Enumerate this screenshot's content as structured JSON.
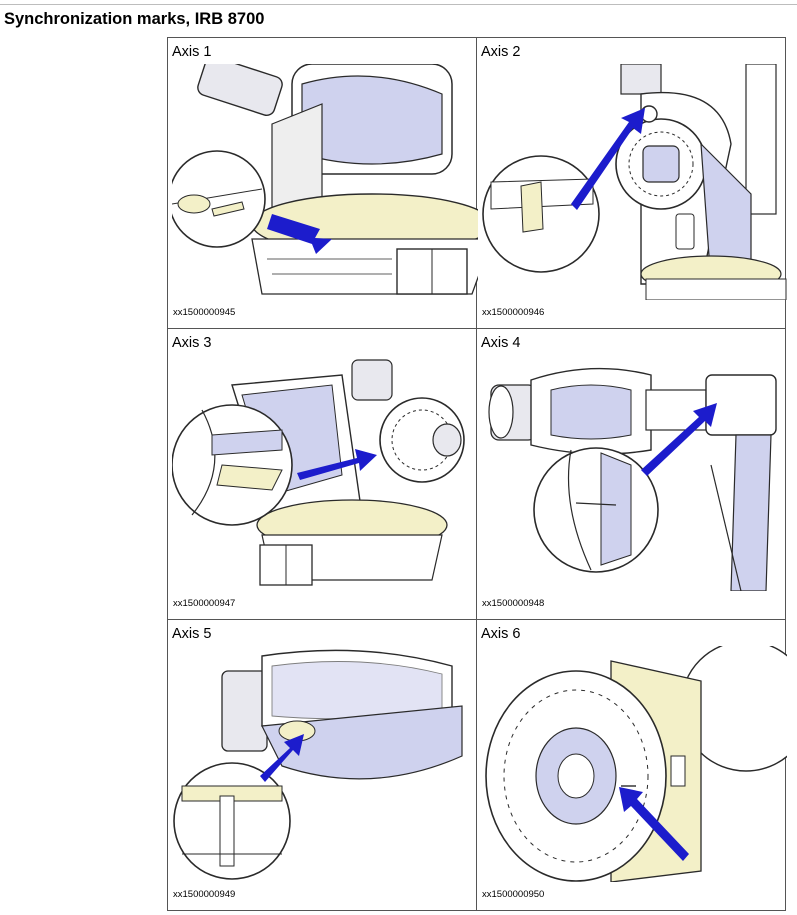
{
  "page": {
    "title": "Synchronization marks, IRB 8700"
  },
  "cells": [
    {
      "title": "Axis 1",
      "figure_id": "xx1500000945",
      "illustration": "robot-base-axis-1-illustration"
    },
    {
      "title": "Axis 2",
      "figure_id": "xx1500000946",
      "illustration": "robot-lower-arm-axis-2-illustration"
    },
    {
      "title": "Axis 3",
      "figure_id": "xx1500000947",
      "illustration": "robot-upper-arm-axis-3-illustration"
    },
    {
      "title": "Axis 4",
      "figure_id": "xx1500000948",
      "illustration": "robot-arm-housing-axis-4-illustration"
    },
    {
      "title": "Axis 5",
      "figure_id": "xx1500000949",
      "illustration": "robot-wrist-axis-5-illustration"
    },
    {
      "title": "Axis 6",
      "figure_id": "xx1500000950",
      "illustration": "robot-flange-axis-6-illustration"
    }
  ],
  "colors": {
    "arrow": "#1c1ccc",
    "shade": "#cfd2ee",
    "cream": "#f3f0c8",
    "line": "#2a2a2a",
    "border": "#555555"
  }
}
